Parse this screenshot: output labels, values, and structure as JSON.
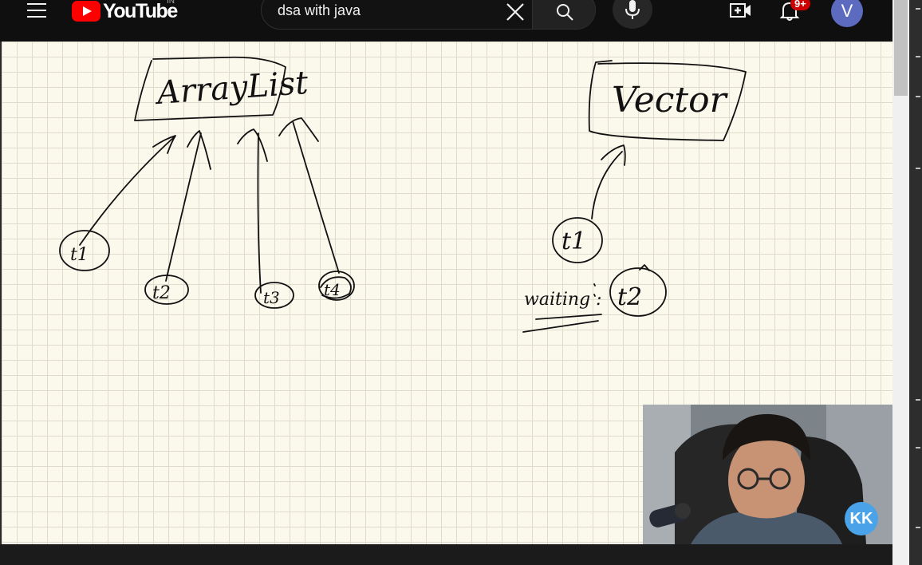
{
  "topbar": {
    "logo_text": "YouTube",
    "country_code": "IN",
    "search_value": "dsa with java",
    "notification_count": "9+",
    "avatar_letter": "V"
  },
  "whiteboard": {
    "left_box_text": "ArrayList",
    "left_threads": [
      "t1",
      "t2",
      "t3",
      "t4"
    ],
    "right_box_text": "Vector",
    "right_thread": "t1",
    "waiting_label": "waiting :",
    "waiting_thread": "t2"
  },
  "webcam": {
    "logo_text": "KK"
  }
}
